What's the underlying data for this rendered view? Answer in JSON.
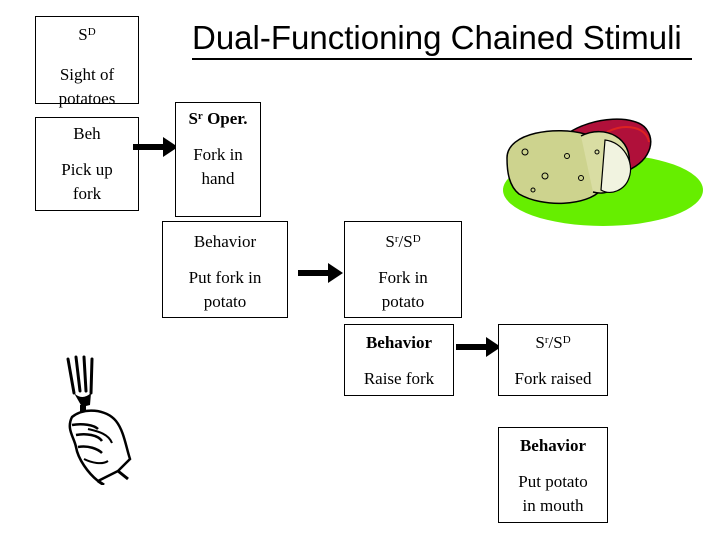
{
  "title": "Dual-Functioning Chained Stimuli",
  "boxes": {
    "sd": {
      "symbol": "S",
      "symbol_sup": "D",
      "text_1": "Sight of",
      "text_2": "potatoes"
    },
    "beh": {
      "label": "Beh",
      "text_1": "Pick up",
      "text_2": "fork"
    },
    "sr_oper": {
      "symbol": "S",
      "symbol_sup": "r",
      "label_rest": " Oper.",
      "text_1": "Fork in",
      "text_2": "hand"
    },
    "behavior_1": {
      "label": "Behavior",
      "text_1": "Put fork in",
      "text_2": "potato"
    },
    "sr_sd_1": {
      "symbol": "S",
      "sup_r": "r",
      "slash": "/S",
      "sup_d": "D",
      "text_1": "Fork in",
      "text_2": "potato"
    },
    "behavior_2": {
      "label": "Behavior",
      "text_1": "Raise fork"
    },
    "sr_sd_2": {
      "symbol": "S",
      "sup_r": "r",
      "slash": "/S",
      "sup_d": "D",
      "text_1": "Fork raised"
    },
    "behavior_3": {
      "label": "Behavior",
      "text_1": "Put potato",
      "text_2": "in mouth"
    }
  },
  "icons": [
    "right-arrow-icon",
    "potatoes-clipart-icon",
    "hand-with-fork-clipart-icon"
  ]
}
